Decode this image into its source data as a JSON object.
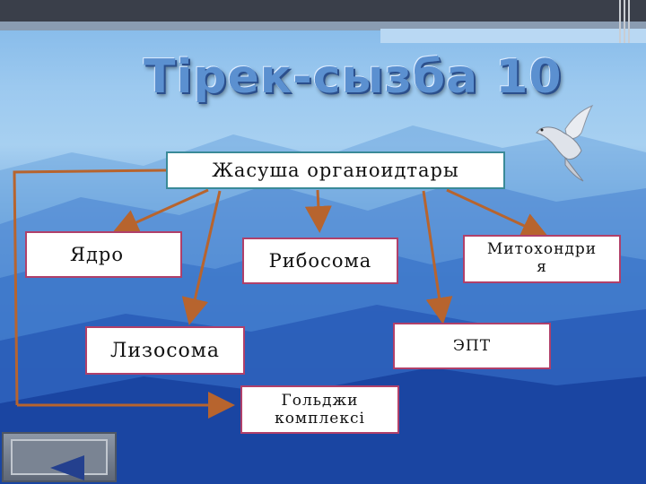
{
  "slide": {
    "title": "Тірек-сызба 10"
  },
  "diagram": {
    "root": "Жасуша органоидтары",
    "nodes": [
      {
        "id": "yadro",
        "label": "Ядро"
      },
      {
        "id": "ribosoma",
        "label": "Рибосома"
      },
      {
        "id": "mitokhondriya",
        "line1": "Митохондри",
        "line2": "я"
      },
      {
        "id": "lizosoma",
        "label": "Лизосома"
      },
      {
        "id": "ept",
        "label": "ЭПТ"
      },
      {
        "id": "goldzhi",
        "line1": "Гольджи",
        "line2": "комплексі"
      }
    ],
    "colors": {
      "arrow": "#b7642e",
      "node_border": "#b0406a",
      "root_border": "#3a8a98"
    }
  },
  "controls": {
    "back_icon": "triangle-left-icon"
  }
}
